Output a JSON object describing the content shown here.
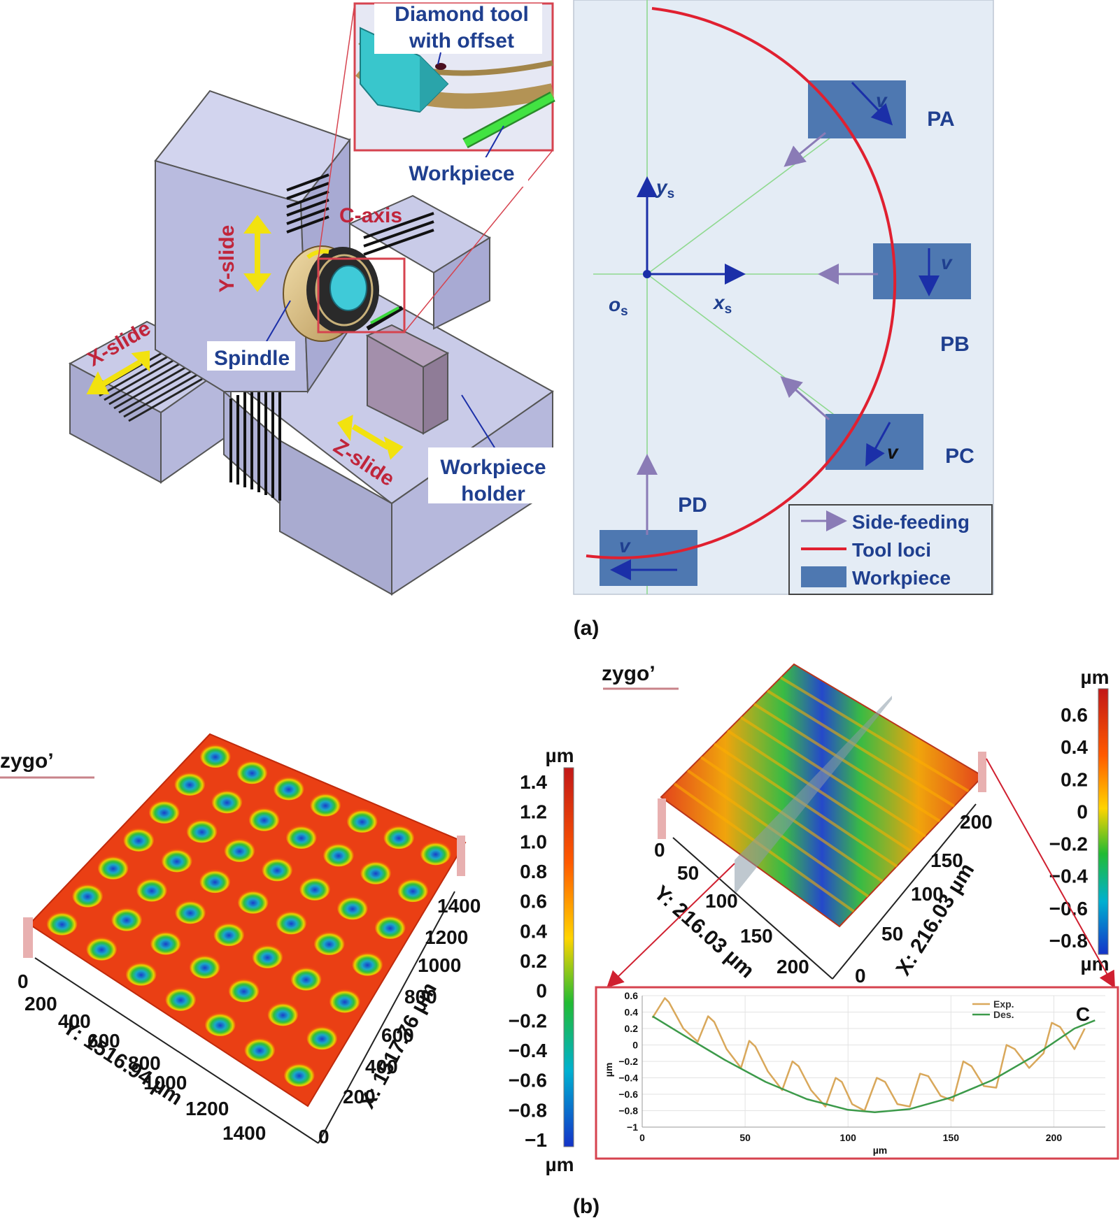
{
  "panel_a": {
    "caption": "(a)",
    "machine": {
      "inset_label_line1": "Diamond tool",
      "inset_label_line2": "with offset",
      "workpiece": "Workpiece",
      "c_axis": "C-axis",
      "y_slide": "Y-slide",
      "x_slide": "X-slide",
      "z_slide": "Z-slide",
      "spindle": "Spindle",
      "holder_line1": "Workpiece",
      "holder_line2": "holder"
    },
    "schematic": {
      "positions": [
        "PA",
        "PB",
        "PC",
        "PD"
      ],
      "velocity": "v",
      "axis_y": "y",
      "axis_x": "x",
      "origin": "o",
      "subscript": "s",
      "legend": [
        "Side-feeding",
        "Tool loci",
        "Workpiece"
      ],
      "colors": {
        "tool_loci": "#e02030",
        "side_feeding": "#8a7bb6",
        "workpiece": "#4e78b1",
        "background": "#e4ecf5"
      }
    }
  },
  "panel_b": {
    "caption": "(b)",
    "left_plot": {
      "brand": "zygo’",
      "unit": "µm",
      "colorbar_ticks": [
        "1.4",
        "1.2",
        "1.0",
        "0.8",
        "0.6",
        "0.4",
        "0.2",
        "0",
        "−0.2",
        "−0.4",
        "−0.6",
        "−0.8",
        "−1"
      ],
      "y_axis_title": "Y: 1516.94 µm",
      "x_axis_title": "X: 1517.76 µm",
      "y_ticks": [
        "0",
        "200",
        "400",
        "600",
        "800",
        "1000",
        "1200",
        "1400"
      ],
      "x_ticks": [
        "0",
        "200",
        "400",
        "600",
        "800",
        "1000",
        "1200",
        "1400"
      ]
    },
    "right_plot": {
      "brand": "zygo’",
      "unit": "µm",
      "colorbar_ticks": [
        "0.6",
        "0.4",
        "0.2",
        "0",
        "−0.2",
        "−0.4",
        "−0.6",
        "−0.8"
      ],
      "y_axis_title": "Y: 216.03 µm",
      "x_axis_title": "X: 216.03 µm",
      "y_ticks": [
        "0",
        "50",
        "100",
        "150",
        "200"
      ],
      "x_ticks": [
        "0",
        "50",
        "100",
        "150",
        "200"
      ]
    },
    "profile_inset": {
      "label": "C",
      "ylabel": "µm",
      "xlabel": "µm"
    }
  },
  "chart_data": {
    "type": "line",
    "title": "",
    "xlabel": "µm",
    "ylabel": "µm",
    "xlim": [
      0,
      225
    ],
    "ylim": [
      -1,
      0.6
    ],
    "xticks": [
      "0",
      "50",
      "100",
      "150",
      "200"
    ],
    "yticks": [
      "0.6",
      "0.4",
      "0.2",
      "0",
      "−0.2",
      "−0.4",
      "−0.6",
      "−0.8",
      "−1"
    ],
    "legend_position": "top-right",
    "series": [
      {
        "name": "Exp.",
        "color": "#d9a85b",
        "x": [
          5,
          8,
          11,
          13,
          20,
          27,
          32,
          35,
          41,
          48,
          52,
          55,
          61,
          68,
          73,
          76,
          82,
          89,
          94,
          97,
          102,
          108,
          114,
          118,
          124,
          130,
          135,
          139,
          145,
          151,
          156,
          160,
          166,
          172,
          177,
          181,
          188,
          195,
          199,
          203,
          210,
          215
        ],
        "y": [
          0.33,
          0.45,
          0.57,
          0.52,
          0.2,
          0.04,
          0.35,
          0.28,
          -0.05,
          -0.28,
          0.05,
          -0.02,
          -0.32,
          -0.55,
          -0.2,
          -0.26,
          -0.55,
          -0.75,
          -0.4,
          -0.45,
          -0.72,
          -0.8,
          -0.4,
          -0.45,
          -0.72,
          -0.75,
          -0.35,
          -0.38,
          -0.62,
          -0.68,
          -0.2,
          -0.26,
          -0.5,
          -0.52,
          0.0,
          -0.05,
          -0.28,
          -0.1,
          0.27,
          0.22,
          -0.05,
          0.2
        ]
      },
      {
        "name": "Des.",
        "color": "#3c9a4a",
        "x": [
          5,
          20,
          40,
          60,
          80,
          100,
          113,
          130,
          150,
          170,
          190,
          210,
          220
        ],
        "y": [
          0.35,
          0.12,
          -0.18,
          -0.45,
          -0.66,
          -0.79,
          -0.82,
          -0.78,
          -0.64,
          -0.43,
          -0.14,
          0.2,
          0.3
        ]
      }
    ]
  }
}
